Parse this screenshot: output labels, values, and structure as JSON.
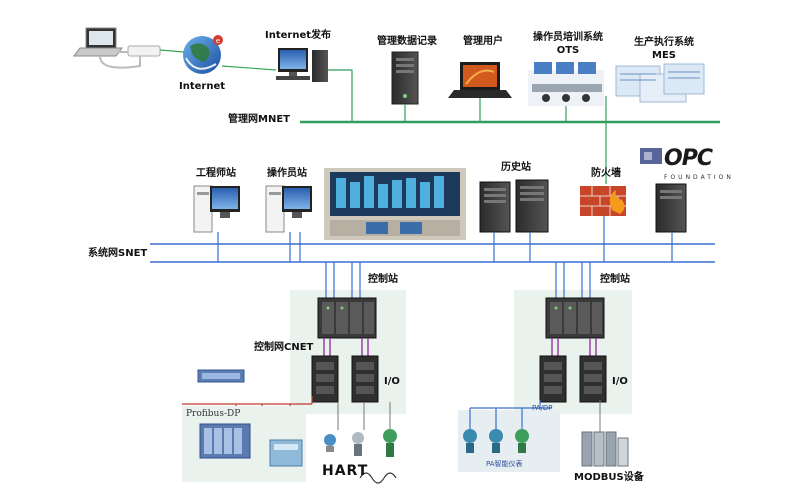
{
  "labels": {
    "internet": "Internet",
    "internet_publish": "Internet发布",
    "mgmt_data_record": "管理数据记录",
    "mgmt_user": "管理用户",
    "ots_line1": "操作员培训系统",
    "ots_line2": "OTS",
    "mes_line1": "生产执行系统",
    "mes_line2": "MES",
    "mnet": "管理网MNET",
    "engineer_station": "工程师站",
    "operator_station": "操作员站",
    "history_station": "历史站",
    "firewall": "防火墙",
    "opc": "OPC",
    "opc_foundation": "FOUNDATION",
    "snet": "系统网SNET",
    "control_station_1": "控制站",
    "control_station_2": "控制站",
    "cnet": "控制网CNET",
    "io_1": "I/O",
    "io_2": "I/O",
    "profibus_dp": "Profibus-DP",
    "hart": "HART",
    "pa_dp": "PA/DP",
    "pa_instrument": "PA智能仪表",
    "modbus_device": "MODBUS设备"
  },
  "colors": {
    "mnet_line": "#2f9e5c",
    "snet_line": "#3a6fd0",
    "cnet_line": "#9a3fa8",
    "profibus_line": "#c0392b",
    "panel_background": "#e9f2ec"
  },
  "icons": [
    "laptop-icon",
    "router-icon",
    "globe-icon",
    "desktop-pc-icon",
    "server-icon",
    "laptop-user-icon",
    "training-room-icon",
    "mes-screens-icon",
    "workstation-icon",
    "control-screen-icon",
    "firewall-icon",
    "controller-rack-icon",
    "io-module-icon",
    "field-device-icon",
    "modbus-device-icon"
  ]
}
